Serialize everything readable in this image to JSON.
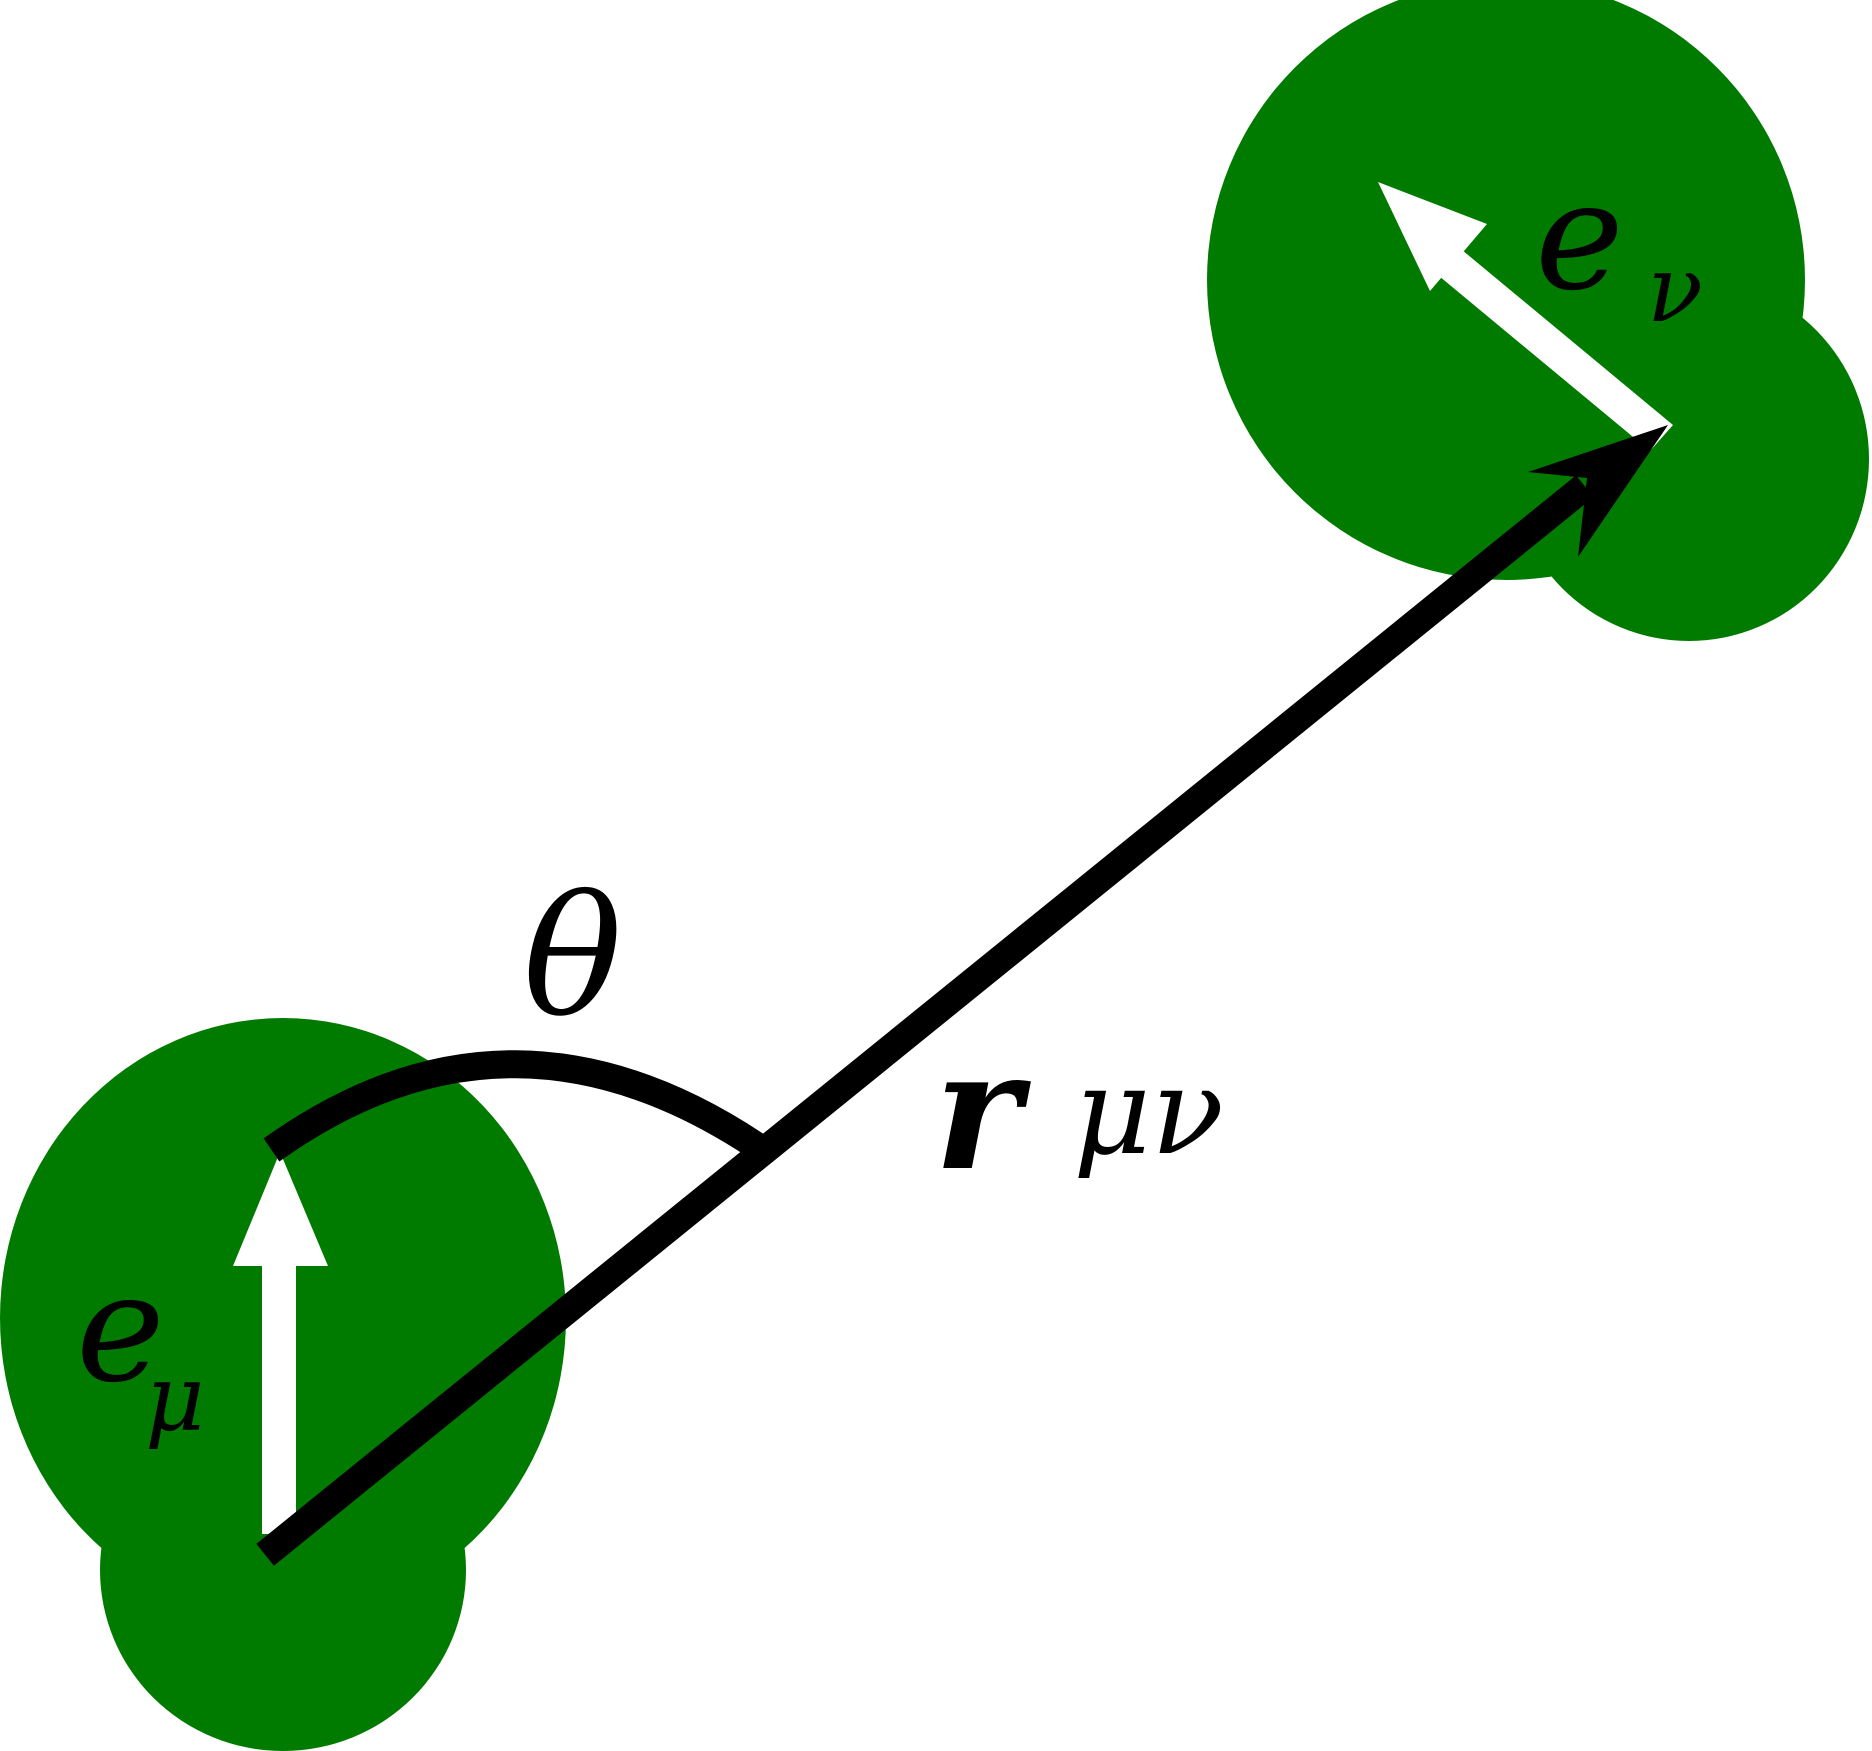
{
  "colors": {
    "lobe_fill": "#007b00",
    "vector_fill": "#ffffff",
    "axis_stroke": "#000000",
    "label_color": "#000000"
  },
  "labels": {
    "e_mu_main": "e",
    "e_mu_sub": "μ",
    "e_nu_main": "e",
    "e_nu_sub": "ν",
    "theta": "θ",
    "r_main": "r",
    "r_sub": "μν"
  }
}
